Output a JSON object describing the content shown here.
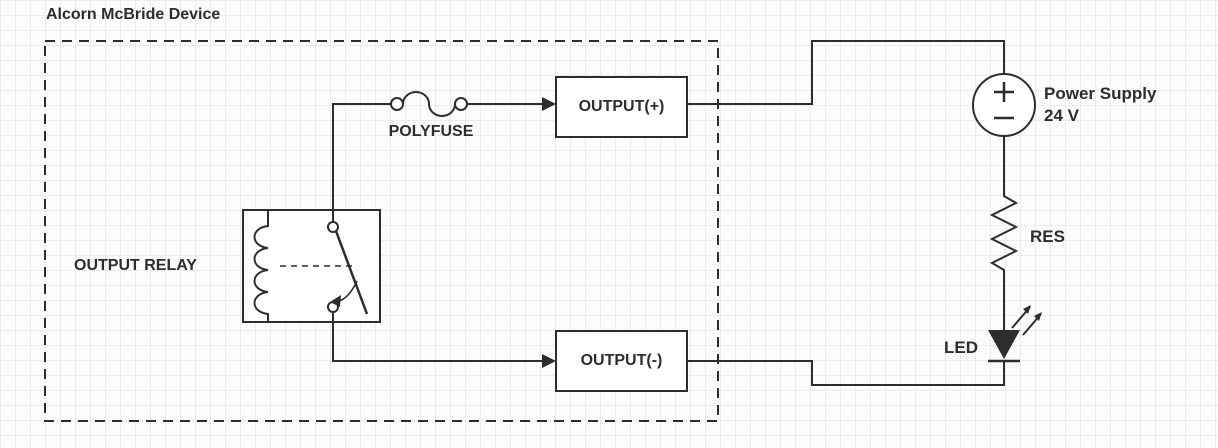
{
  "diagram": {
    "device_label": "Alcorn McBride Device",
    "relay_label": "OUTPUT RELAY",
    "polyfuse_label": "POLYFUSE",
    "output_positive_label": "OUTPUT(+)",
    "output_negative_label": "OUTPUT(-)",
    "power_supply_label": "Power Supply",
    "power_supply_voltage": "24 V",
    "resistor_label": "RES",
    "led_label": "LED"
  },
  "colors": {
    "stroke": "#2d2d2d",
    "shape_fill": "#ffffff",
    "grid_line": "#ececec",
    "canvas_background": "#fcfcfc"
  }
}
